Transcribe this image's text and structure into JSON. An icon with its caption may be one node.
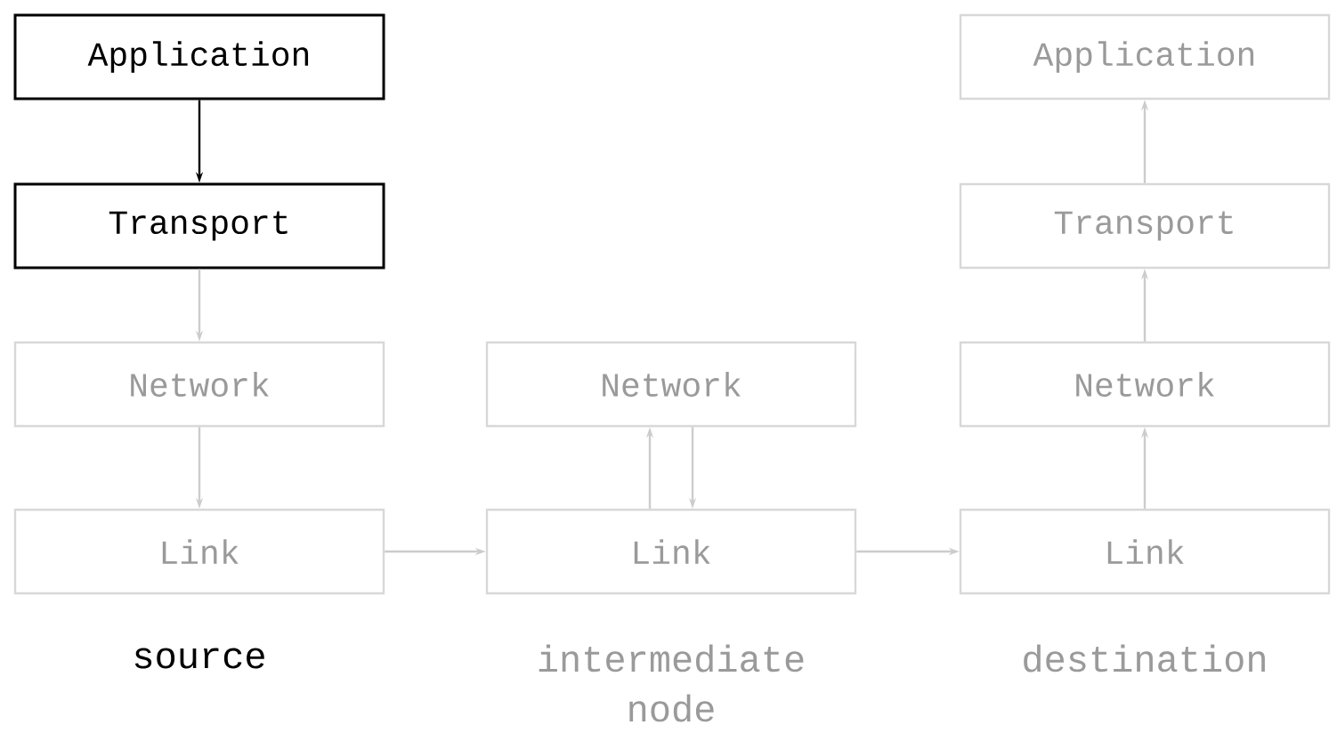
{
  "diagram": {
    "nodes": [
      {
        "text": [
          "Application"
        ]
      },
      {
        "text": [
          "Transport"
        ]
      },
      {
        "text": [
          "Network"
        ]
      },
      {
        "text": [
          "Link"
        ]
      },
      {
        "text": [
          "Network"
        ]
      },
      {
        "text": [
          "Link"
        ]
      },
      {
        "text": [
          "Application"
        ]
      },
      {
        "text": [
          "Transport"
        ]
      },
      {
        "text": [
          "Network"
        ]
      },
      {
        "text": [
          "Link"
        ]
      }
    ],
    "edges": [
      {
        "from": 0,
        "to": 1,
        "arrow": "to",
        "color": "#000000"
      },
      {
        "from": 1,
        "to": 2,
        "arrow": "to"
      },
      {
        "from": 2,
        "to": 3,
        "arrow": "to"
      },
      {
        "from": 3,
        "to": 5,
        "arrow": "to"
      },
      {
        "from": 5,
        "to": 4,
        "arrow": "to"
      },
      {
        "from": 4,
        "to": 5,
        "arrow": "to"
      },
      {
        "from": 5,
        "to": 9,
        "arrow": "to"
      },
      {
        "from": 9,
        "to": 8,
        "arrow": "to"
      },
      {
        "from": 8,
        "to": 7,
        "arrow": "to"
      },
      {
        "from": 7,
        "to": 6,
        "arrow": "to"
      }
    ],
    "labels": [
      "source",
      "intermediate node",
      "destination"
    ]
  }
}
